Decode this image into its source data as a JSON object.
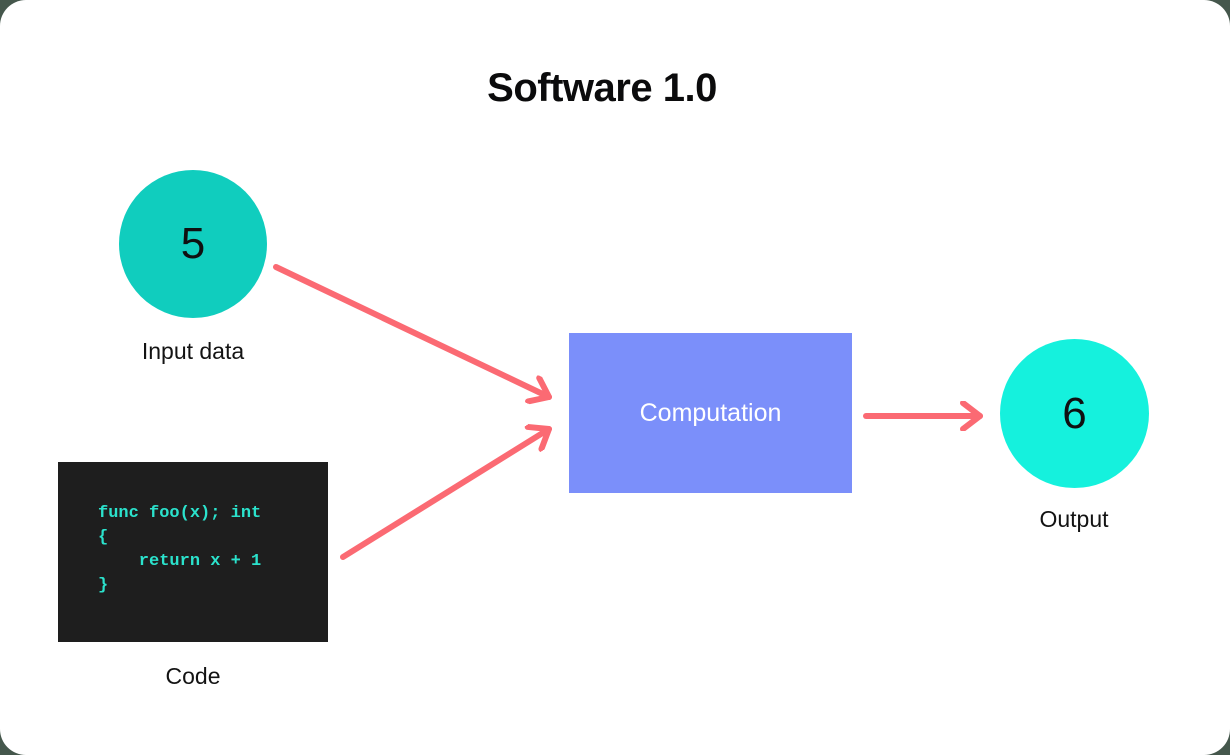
{
  "title": "Software 1.0",
  "colors": {
    "input_circle": "#10CDBE",
    "output_circle": "#15F1DD",
    "computation_box": "#7B8FFA",
    "computation_text": "#FFFFFF",
    "arrow": "#FB6A73",
    "code_background": "#1E1E1E",
    "code_text": "#2BE2CC",
    "label_text": "#131313"
  },
  "nodes": {
    "input": {
      "value": "5",
      "label": "Input data"
    },
    "code": {
      "label": "Code",
      "lines": [
        "func foo(x); int",
        "{",
        "    return x + 1",
        "}"
      ]
    },
    "computation": {
      "label": "Computation"
    },
    "output": {
      "value": "6",
      "label": "Output"
    }
  }
}
